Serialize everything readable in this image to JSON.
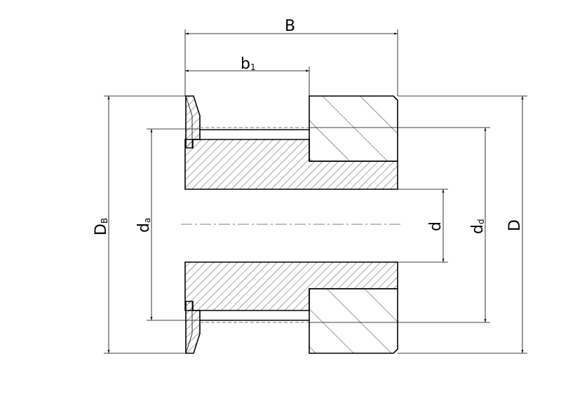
{
  "drawing": {
    "title": "Timing pulley with flange – cross-section",
    "dimensions": {
      "width_total": {
        "main": "B",
        "sub": ""
      },
      "hub_width": {
        "main": "b",
        "sub": "1"
      },
      "flange_diameter": {
        "main": "D",
        "sub": "B"
      },
      "hub_diameter": {
        "main": "d",
        "sub": "a"
      },
      "bore": {
        "main": "d",
        "sub": ""
      },
      "pitch_diameter": {
        "main": "d",
        "sub": "d"
      },
      "outer_diameter": {
        "main": "D",
        "sub": ""
      }
    },
    "colors": {
      "line": "#000000",
      "background": "#ffffff"
    }
  }
}
